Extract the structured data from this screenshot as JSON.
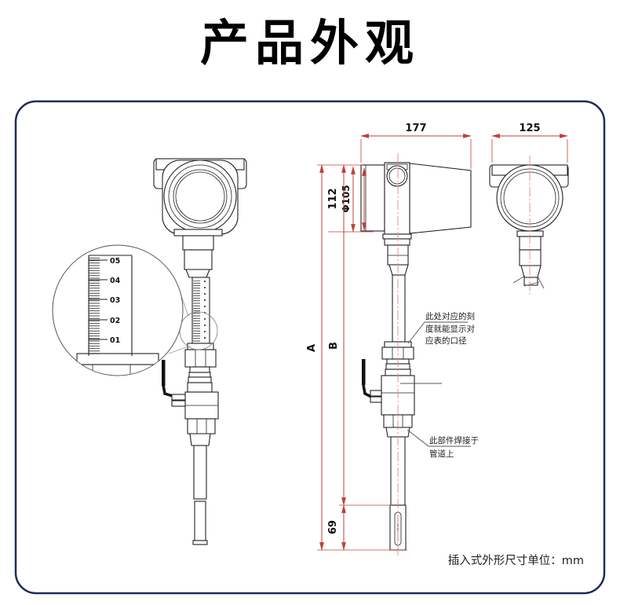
{
  "title": "产品外观",
  "footer": {
    "text": "插入式外形尺寸单位：mm"
  },
  "dims": {
    "side_width": "177",
    "back_width": "125",
    "head_height": "112",
    "head_diameter": "Φ105",
    "total_length": "A",
    "body_length": "B",
    "tip_length": "69"
  },
  "detail_scale": {
    "labels": [
      "05",
      "04",
      "03",
      "02",
      "01"
    ]
  },
  "notes": {
    "scale_note_lines": [
      "此处对应的刻",
      "度就能显示对",
      "应表的口径"
    ],
    "weld_note_lines": [
      "此部件焊接于",
      "管道上"
    ]
  },
  "colors": {
    "dimension_red": "#bf4137",
    "centerline_pink": "#e08a7f",
    "card_border_navy": "#1f2a5e",
    "line_black": "#222222"
  }
}
